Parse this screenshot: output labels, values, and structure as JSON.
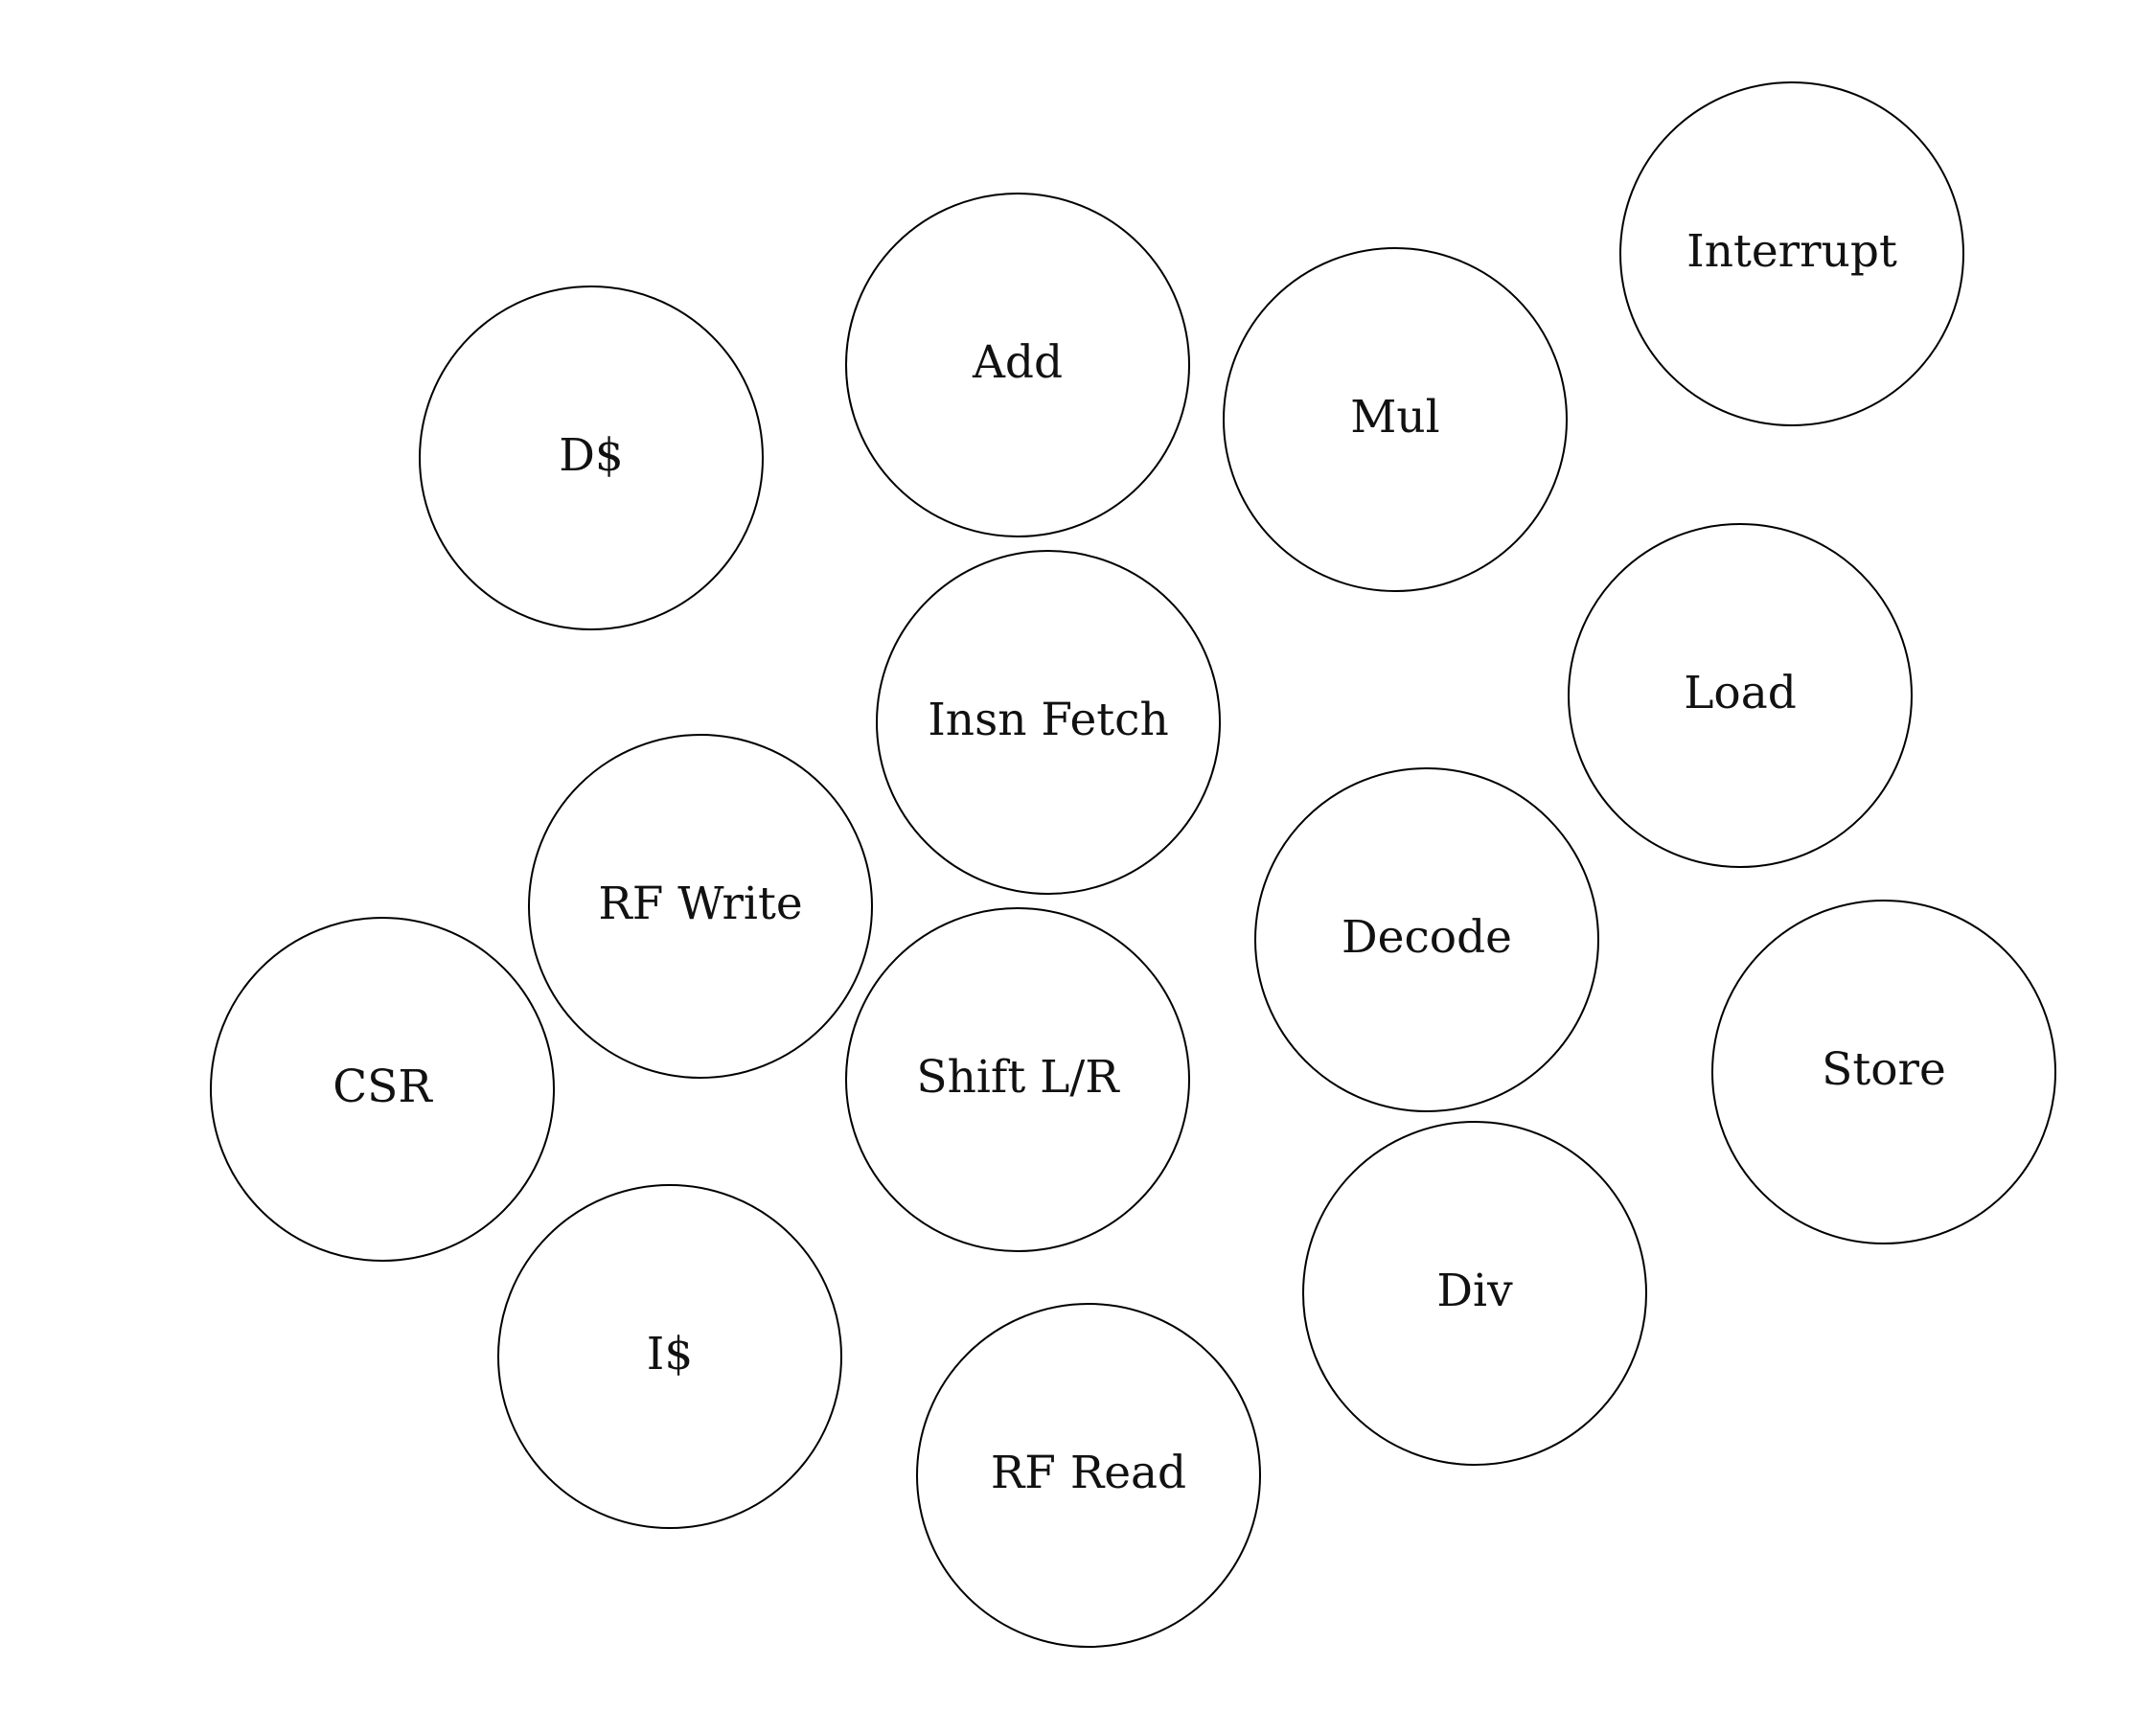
{
  "nodes": {
    "interrupt": "Interrupt",
    "add": "Add",
    "mul": "Mul",
    "dcache": "D$",
    "load": "Load",
    "insn_fetch": "Insn Fetch",
    "rf_write": "RF Write",
    "decode": "Decode",
    "store": "Store",
    "csr": "CSR",
    "shift": "Shift L/R",
    "div": "Div",
    "icache": "I$",
    "rf_read": "RF Read"
  },
  "colors": {
    "stroke": "#000000",
    "text": "#111111",
    "background": "#ffffff"
  }
}
